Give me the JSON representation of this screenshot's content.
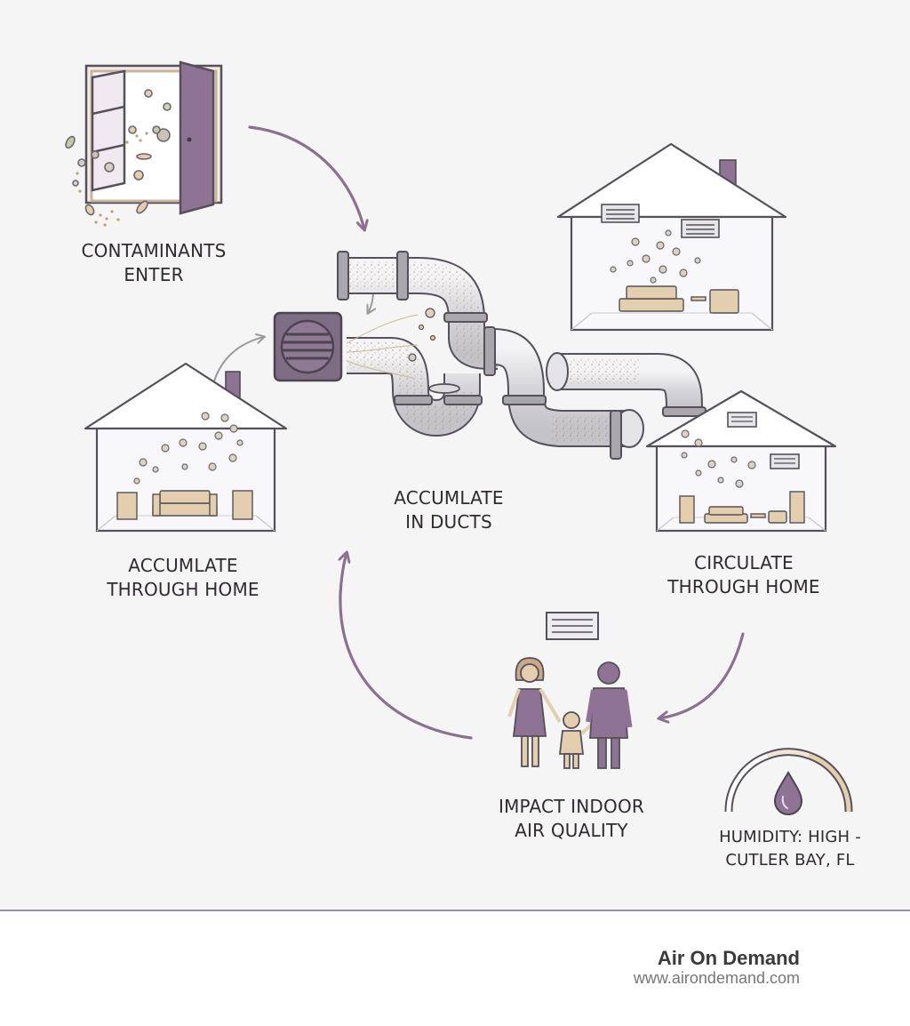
{
  "steps": {
    "enter": {
      "line1": "CONTAMINANTS",
      "line2": "ENTER"
    },
    "ducts": {
      "line1": "ACCUMLATE",
      "line2": "IN DUCTS"
    },
    "accumulate_home": {
      "line1": "ACCUMLATE",
      "line2": "THROUGH HOME"
    },
    "circulate_home": {
      "line1": "CIRCULATE",
      "line2": "THROUGH HOME"
    },
    "impact": {
      "line1": "IMPACT INDOOR",
      "line2": "AIR QUALITY"
    }
  },
  "humidity": {
    "line1": "HUMIDITY: HIGH -",
    "line2": "CUTLER BAY, FL"
  },
  "brand": {
    "name": "Air On Demand",
    "url": "www.airondemand.com"
  },
  "colors": {
    "accent": "#8a7190",
    "furniture": "#e3cfae",
    "outline": "#55505a",
    "pipe": "#d9d9dc",
    "dust": "#b59a7c"
  },
  "icons": [
    "door-icon",
    "duct-pipes-icon",
    "vent-grille-icon",
    "house-icon",
    "family-icon",
    "humidity-gauge-icon",
    "water-drop-icon",
    "brand-logo-icon"
  ]
}
